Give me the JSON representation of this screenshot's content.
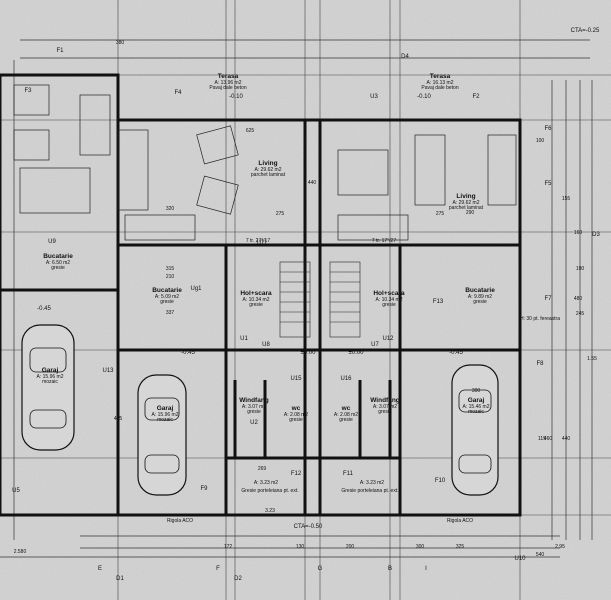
{
  "sheet": {
    "elevation_ref": "CTA=-0.25",
    "bottom_ref": "CTA=-0.50"
  },
  "grid_labels": [
    "D1",
    "D2",
    "D3",
    "D4",
    "E",
    "F",
    "G",
    "B",
    "I"
  ],
  "tags": [
    "F1",
    "F2",
    "F3",
    "F4",
    "F5",
    "F6",
    "F7",
    "F8",
    "F9",
    "F10",
    "F11",
    "F12",
    "F13",
    "U1",
    "U2",
    "U3",
    "U5",
    "U7",
    "U8",
    "U9",
    "U10",
    "U11",
    "U12",
    "U13",
    "U15",
    "U16",
    "Ug1"
  ],
  "rooms": [
    {
      "name": "Terasa",
      "area": "A: 13.96 m2",
      "finish": "Pavaj dale beton"
    },
    {
      "name": "Terasa",
      "area": "A: 16.13 m2",
      "finish": "Pavaj dale beton"
    },
    {
      "name": "Living",
      "area": "A: 29.62 m2",
      "finish": "parchet laminat"
    },
    {
      "name": "Living",
      "area": "A: 29.62 m2",
      "finish": "parchet laminat"
    },
    {
      "name": "Bucatarie",
      "area": "A: 5.09 m2",
      "finish": "gresie"
    },
    {
      "name": "Hol+scara",
      "area": "A: 10.34 m2",
      "finish": "gresie"
    },
    {
      "name": "Hol+scara",
      "area": "A: 10.34 m2",
      "finish": "gresie"
    },
    {
      "name": "Bucatarie",
      "area": "A: 9.89 m2",
      "finish": "gresie"
    },
    {
      "name": "Bucatarie",
      "area": "A: 6.50 m2",
      "finish": "gresie"
    },
    {
      "name": "Garaj",
      "area": "A: 15.96 m2",
      "finish": "mozaic"
    },
    {
      "name": "Garaj",
      "area": "A: 15.96 m2",
      "finish": "mozaic"
    },
    {
      "name": "Windfang",
      "area": "A: 3.07 m2",
      "finish": "gresie"
    },
    {
      "name": "wc",
      "area": "A: 2.08 m2",
      "finish": "gresie"
    },
    {
      "name": "wc",
      "area": "A: 2.08 m2",
      "finish": "gresie"
    },
    {
      "name": "Windfang",
      "area": "A: 3.07 m2",
      "finish": "gresie"
    },
    {
      "name": "Garaj",
      "area": "A: 15.46 m2",
      "finish": "mozaic"
    }
  ],
  "levels": [
    "-0.10",
    "-0.10",
    "±0.00",
    "±0.00",
    "-0.45",
    "-0.45",
    "-0.45"
  ],
  "dimensions": [
    "625",
    "440",
    "275",
    "320",
    "315",
    "210",
    "337",
    "380",
    "100",
    "290",
    "495",
    "269",
    "172",
    "2.580",
    "3.23",
    "300",
    "480",
    "440",
    "245",
    "190",
    "1.55",
    "115",
    "130",
    "200",
    "300",
    "325",
    "275",
    "460",
    "160",
    "155",
    "540",
    "2.95"
  ],
  "notes": {
    "tread_left": "7 tr. 27°/17",
    "tread_right": "7 tr. 17°/27",
    "curb_left": "Gresie porteleiana pt. ext.",
    "curb_right": "Gresie porteleiana pt. ext.",
    "area_left": "A: 3.23 m2",
    "area_right": "A: 3.23 m2",
    "gutter_left": "Rigola ACO",
    "gutter_right": "Rigola ACO",
    "sill": "H: 30 pt. fereastra"
  }
}
